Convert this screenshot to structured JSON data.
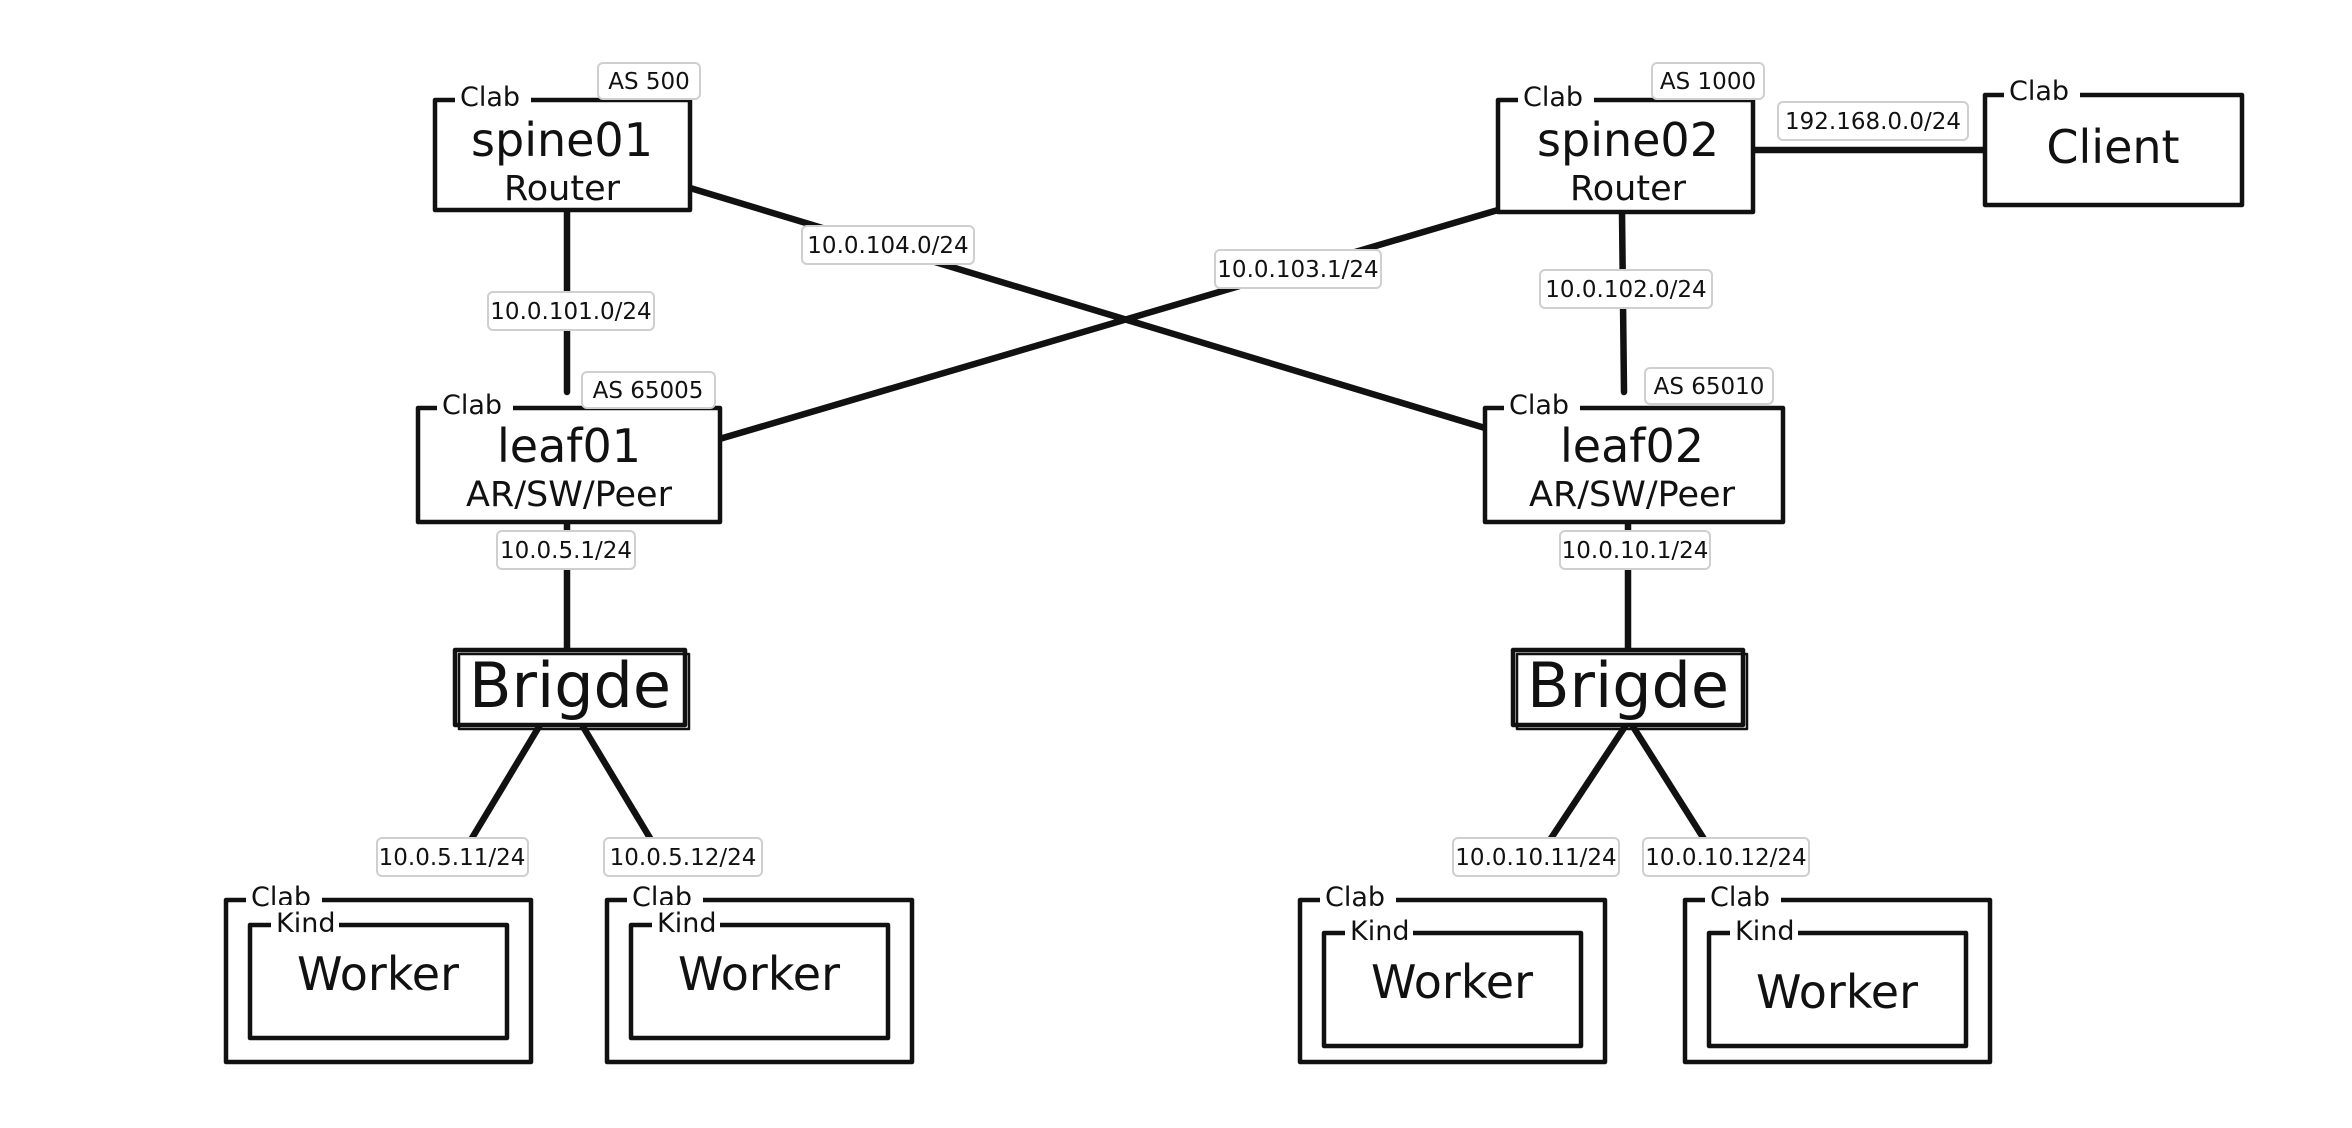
{
  "nodes": {
    "spine01": {
      "tag": "Clab",
      "name": "spine01",
      "role": "Router",
      "as": "AS 500"
    },
    "spine02": {
      "tag": "Clab",
      "name": "spine02",
      "role": "Router",
      "as": "AS 1000"
    },
    "client": {
      "tag": "Clab",
      "name": "Client"
    },
    "leaf01": {
      "tag": "Clab",
      "name": "leaf01",
      "role": "AR/SW/Peer",
      "as": "AS 65005"
    },
    "leaf02": {
      "tag": "Clab",
      "name": "leaf02",
      "role": "AR/SW/Peer",
      "as": "AS 65010"
    },
    "bridge_left": {
      "name": "Brigde"
    },
    "bridge_right": {
      "name": "Brigde"
    },
    "workers": [
      {
        "outer_tag": "Clab",
        "inner_tag": "Kind",
        "name": "Worker"
      },
      {
        "outer_tag": "Clab",
        "inner_tag": "Kind",
        "name": "Worker"
      },
      {
        "outer_tag": "Clab",
        "inner_tag": "Kind",
        "name": "Worker"
      },
      {
        "outer_tag": "Clab",
        "inner_tag": "Kind",
        "name": "Worker"
      }
    ]
  },
  "links": {
    "spine01_leaf01": "10.0.101.0/24",
    "spine01_leaf02": "10.0.104.0/24",
    "spine02_leaf01": "10.0.103.1/24",
    "spine02_leaf02": "10.0.102.0/24",
    "spine02_client": "192.168.0.0/24",
    "leaf01_bridge": "10.0.5.1/24",
    "leaf02_bridge": "10.0.10.1/24",
    "bridge_worker1": "10.0.5.11/24",
    "bridge_worker2": "10.0.5.12/24",
    "bridge_worker3": "10.0.10.11/24",
    "bridge_worker4": "10.0.10.12/24"
  }
}
